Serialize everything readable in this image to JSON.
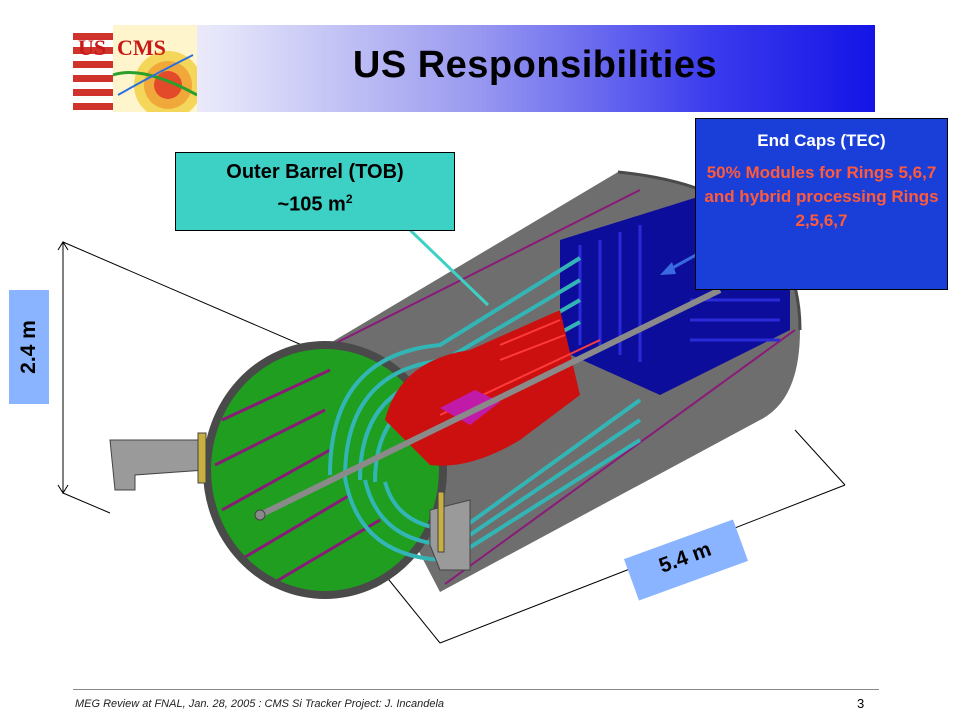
{
  "slide": {
    "title": "US Responsibilities",
    "logo_text": "USCMS"
  },
  "callouts": {
    "tob": {
      "line1": "Outer Barrel (TOB)",
      "line2": "~105 m",
      "superscript": "2"
    },
    "tec": {
      "header": "End Caps (TEC)",
      "body": "50% Modules for Rings 5,6,7 and hybrid processing Rings 2,5,6,7"
    }
  },
  "dimensions": {
    "diameter": "2.4 m",
    "length": "5.4 m"
  },
  "footer": {
    "text": "MEG Review at FNAL, Jan. 28, 2005 : CMS Si Tracker Project: J. Incandela",
    "page": "3"
  },
  "colors": {
    "tob_callout": "#3dd1c5",
    "tec_callout": "#1a3fd8",
    "tec_body_text": "#ff5a3a",
    "dimension_box": "#8ab4ff",
    "outer_shell": "#6e6e6e",
    "inner_wall": "#1f9e1f",
    "endcap": "#0d0d9c",
    "inner_barrel": "#cc1010",
    "pixel": "#c21aa8",
    "tob_layers": "#33b5b5"
  }
}
